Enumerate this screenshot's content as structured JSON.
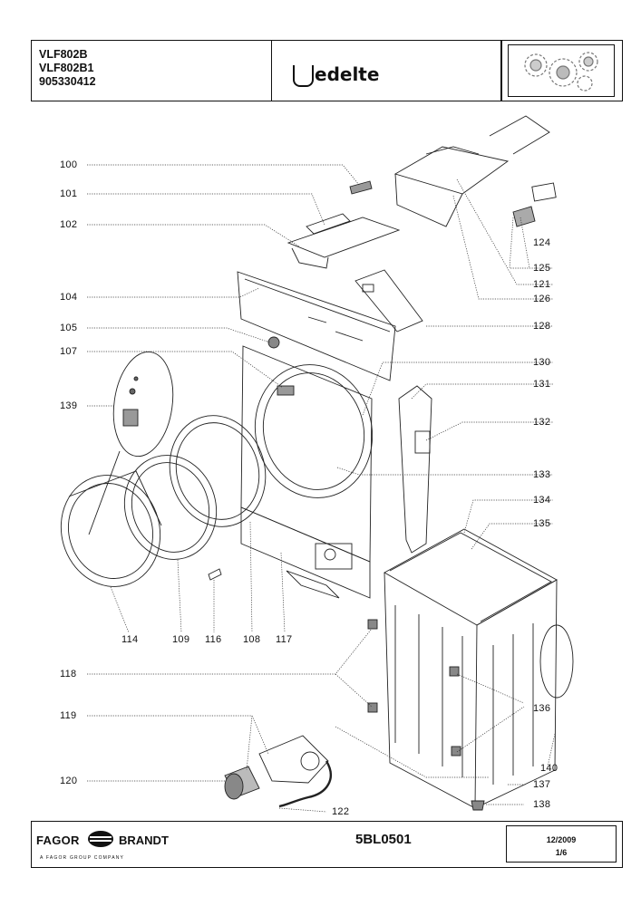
{
  "header": {
    "model_lines": [
      "VLF802B",
      "VLF802B1",
      "905330412"
    ],
    "brand_name": "edelte"
  },
  "footer": {
    "maker_left": "FAGOR",
    "maker_right": "BRANDT",
    "maker_subline": "A FAGOR GROUP COMPANY",
    "document_code": "5BL0501",
    "date": "12/2009",
    "page": "1/6"
  },
  "callouts": [
    {
      "id": "100",
      "text": "100"
    },
    {
      "id": "101",
      "text": "101"
    },
    {
      "id": "102",
      "text": "102"
    },
    {
      "id": "104",
      "text": "104"
    },
    {
      "id": "105",
      "text": "105"
    },
    {
      "id": "107",
      "text": "107"
    },
    {
      "id": "139",
      "text": "139"
    },
    {
      "id": "124",
      "text": "124"
    },
    {
      "id": "125",
      "text": "125"
    },
    {
      "id": "121",
      "text": "121"
    },
    {
      "id": "126",
      "text": "126"
    },
    {
      "id": "128",
      "text": "128"
    },
    {
      "id": "130",
      "text": "130"
    },
    {
      "id": "131",
      "text": "131"
    },
    {
      "id": "132",
      "text": "132"
    },
    {
      "id": "133",
      "text": "133"
    },
    {
      "id": "134",
      "text": "134"
    },
    {
      "id": "135",
      "text": "135"
    },
    {
      "id": "114",
      "text": "114"
    },
    {
      "id": "109",
      "text": "109"
    },
    {
      "id": "116",
      "text": "116"
    },
    {
      "id": "108",
      "text": "108"
    },
    {
      "id": "117",
      "text": "117"
    },
    {
      "id": "118",
      "text": "118"
    },
    {
      "id": "136",
      "text": "136"
    },
    {
      "id": "119",
      "text": "119"
    },
    {
      "id": "120",
      "text": "120"
    },
    {
      "id": "140",
      "text": "140"
    },
    {
      "id": "137",
      "text": "137"
    },
    {
      "id": "138",
      "text": "138"
    },
    {
      "id": "122",
      "text": "122"
    }
  ]
}
